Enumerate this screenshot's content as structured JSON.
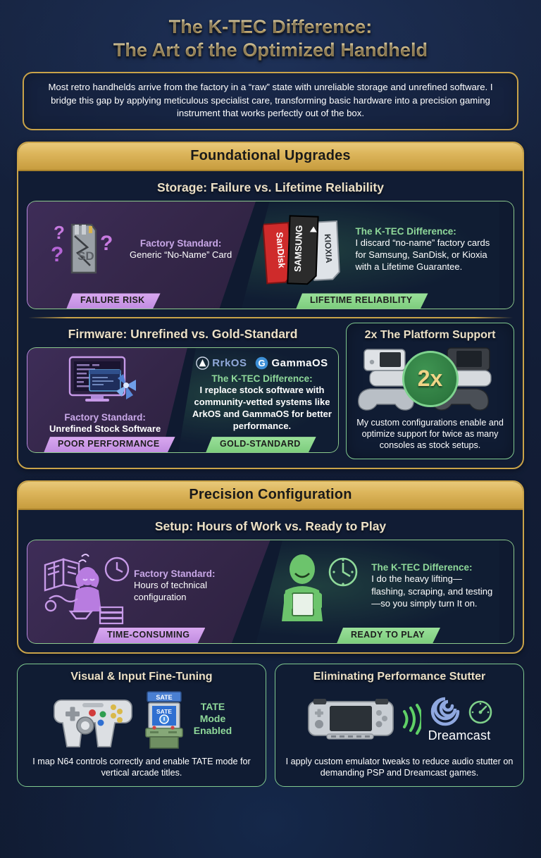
{
  "title": {
    "line1": "The K-TEC Difference:",
    "line2": "The Art of the Optimized Handheld"
  },
  "intro": {
    "text": "Most retro handhelds arrive from the factory in a “raw” state with unreliable storage and unrefined software. I bridge this gap by applying meticulous specialist care, transforming basic hardware into a precision gaming instrument that works perfectly out of the box."
  },
  "sections": [
    {
      "banner": "Foundational Upgrades",
      "storage": {
        "heading": "Storage: Failure vs. Lifetime Reliability",
        "bad_label": "Factory Standard:",
        "bad_text": "Generic “No-Name” Card",
        "bad_badge": "FAILURE RISK",
        "good_label": "The K-TEC Difference:",
        "good_text": "I discard “no-name” factory cards for Samsung, SanDisk, or Kioxia with a Lifetime Guarantee.",
        "good_badge": "LIFETIME RELIABILITY",
        "card_brands": [
          "SanDisk",
          "SAMSUNG",
          "KIOXIA"
        ],
        "sd_icon_text": "SD"
      },
      "firmware": {
        "heading": "Firmware: Unrefined vs. Gold-Standard",
        "bad_label": "Factory Standard:",
        "bad_text": "Unrefined Stock Software",
        "bad_badge": "POOR PERFORMANCE",
        "os_logos": [
          "RrkOS",
          "GammaOS"
        ],
        "good_label": "The K-TEC Difference:",
        "good_text": "I replace stock software with community-vetted systems like ArkOS and GammaOS for better performance.",
        "good_badge": "GOLD-STANDARD"
      },
      "platform": {
        "title": "2x The Platform Support",
        "multiplier": "2x",
        "caption": "My custom configurations enable and optimize support for twice as many consoles as stock setups."
      }
    },
    {
      "banner": "Precision Configuration",
      "setup": {
        "heading": "Setup: Hours of Work vs. Ready to Play",
        "bad_label": "Factory Standard:",
        "bad_text": "Hours of technical configuration",
        "bad_badge": "TIME-CONSUMING",
        "good_label": "The K-TEC Difference:",
        "good_text": "I do the heavy lifting—flashing, scraping, and testing—so you simply turn It on.",
        "good_badge": "READY TO PLAY"
      }
    }
  ],
  "bottom": {
    "left": {
      "title": "Visual & Input Fine-Tuning",
      "tate_line1": "TATE",
      "tate_line2": "Mode",
      "tate_line3": "Enabled",
      "arcade_marquee": "SATE",
      "arcade_screen": "SATE",
      "caption": "I map N64 controls correctly and enable TATE mode for vertical arcade titles."
    },
    "right": {
      "title": "Eliminating Performance Stutter",
      "brand": "Dreamcast",
      "caption": "I apply custom emulator tweaks to reduce audio stutter on demanding PSP and Dreamcast games."
    }
  },
  "colors": {
    "background": "#16233f",
    "gold": "#dcb55b",
    "cream": "#ece0c6",
    "purple": "#c9a8e8",
    "green": "#8fd99a",
    "badge_purple": "#c08ce0",
    "badge_green": "#7ccc7c"
  }
}
